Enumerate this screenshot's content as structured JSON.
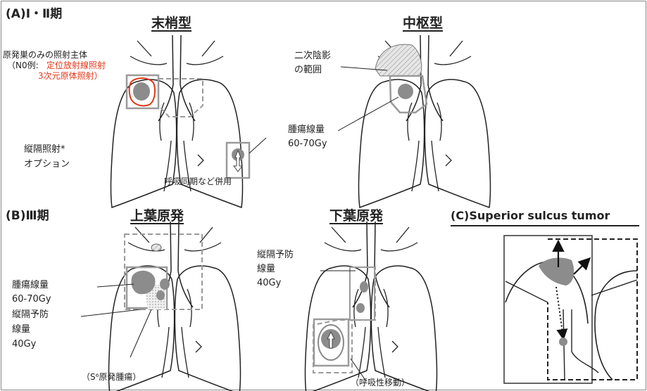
{
  "sections": {
    "a": {
      "label": "(A)Ⅰ・Ⅱ期",
      "peripheral_title": "末梢型",
      "central_title": "中枢型"
    },
    "b": {
      "label": "(B)Ⅲ期",
      "upper_title": "上葉原発",
      "lower_title": "下葉原発"
    },
    "c": {
      "label": "(C)Superior sulcus tumor"
    }
  },
  "annotations": {
    "primary_only": "原発巣のみの照射主体",
    "n0_prefix": "（N0例:",
    "n0_sbrt": "定位放射線照射",
    "n0_3d": "3次元原体照射）",
    "mediastinal_option_1": "縦隔照射*",
    "mediastinal_option_2": "オプション",
    "respiratory_gating": "呼吸同期など併用",
    "secondary_shadow_1": "二次陰影",
    "secondary_shadow_2": "の範囲",
    "tumor_dose_a_1": "腫瘍線量",
    "tumor_dose_a_2": "60-70Gy",
    "tumor_dose_b_1": "腫瘍線量",
    "tumor_dose_b_2": "60-70Gy",
    "prophylactic_b_1": "縦隔予防",
    "prophylactic_b_2": "線量",
    "prophylactic_b_3": "40Gy",
    "prophylactic_lower_1": "縦隔予防",
    "prophylactic_lower_2": "線量",
    "prophylactic_lower_3": "40Gy",
    "s6_tumor": "（S⁶原発腫瘍）",
    "respiratory_motion": "（呼吸性移動）"
  },
  "colors": {
    "outline": "#222222",
    "tumor": "#8c8c8c",
    "field_box": "#9a9a9a",
    "highlight_red": "#e0391c"
  }
}
